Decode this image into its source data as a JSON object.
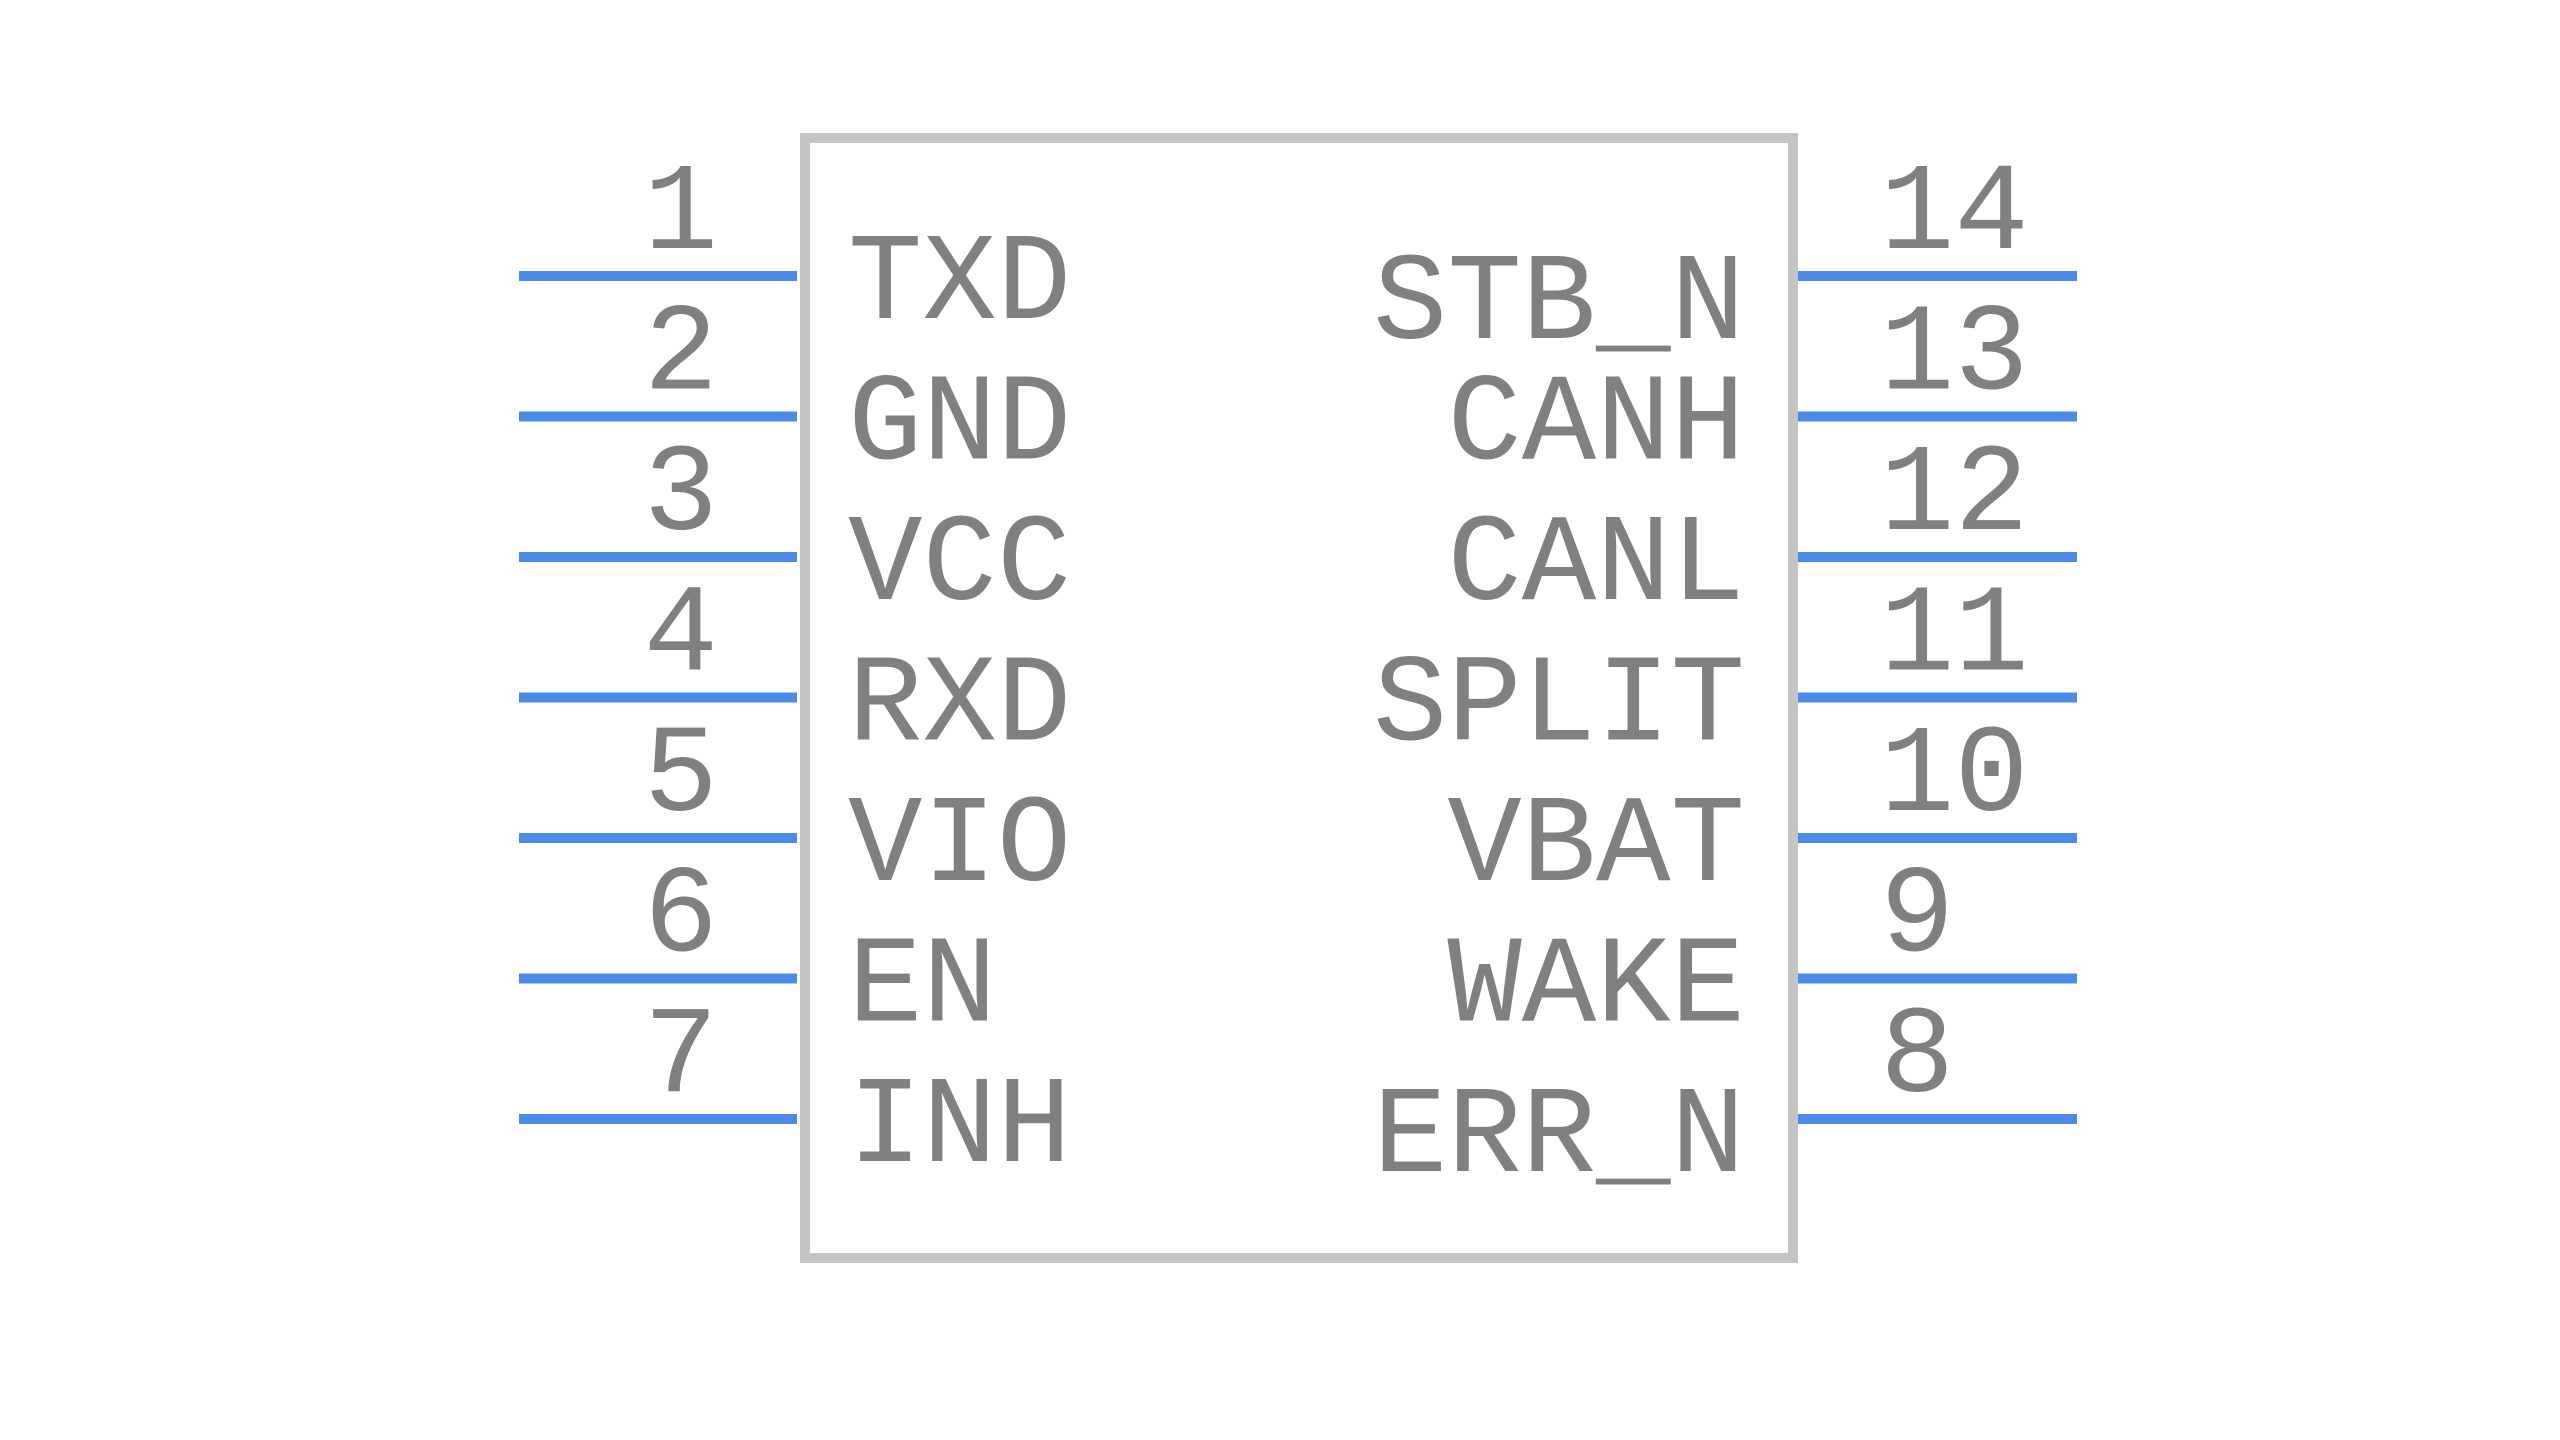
{
  "colors": {
    "pin": "#4a8be8",
    "body": "#c4c4c4",
    "text": "#808080",
    "background": "#ffffff"
  },
  "left_pins": [
    {
      "number": "1",
      "name": "TXD"
    },
    {
      "number": "2",
      "name": "GND"
    },
    {
      "number": "3",
      "name": "VCC"
    },
    {
      "number": "4",
      "name": "RXD"
    },
    {
      "number": "5",
      "name": "VIO"
    },
    {
      "number": "6",
      "name": "EN"
    },
    {
      "number": "7",
      "name": "INH"
    }
  ],
  "right_pins": [
    {
      "number": "14",
      "name": "STB_N"
    },
    {
      "number": "13",
      "name": "CANH"
    },
    {
      "number": "12",
      "name": "CANL"
    },
    {
      "number": "11",
      "name": "SPLIT"
    },
    {
      "number": "10",
      "name": "VBAT"
    },
    {
      "number": "9",
      "name": "WAKE"
    },
    {
      "number": "8",
      "name": "ERR_N"
    }
  ]
}
